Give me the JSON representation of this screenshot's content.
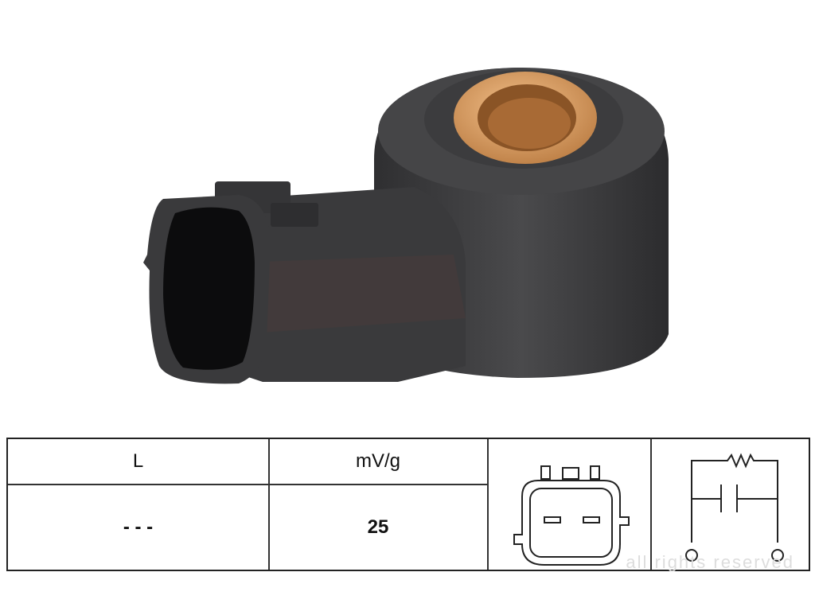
{
  "table": {
    "headers": [
      "L",
      "mV/g"
    ],
    "values": [
      "- - -",
      "25"
    ]
  },
  "watermark": "all rights reserved",
  "icons": [
    "knock-sensor-product-image",
    "connector-pinout-diagram-icon",
    "circuit-diagram-icon"
  ],
  "colors": {
    "body": "#3e3e40",
    "bronze": "#c98a4e",
    "border": "#222222"
  }
}
